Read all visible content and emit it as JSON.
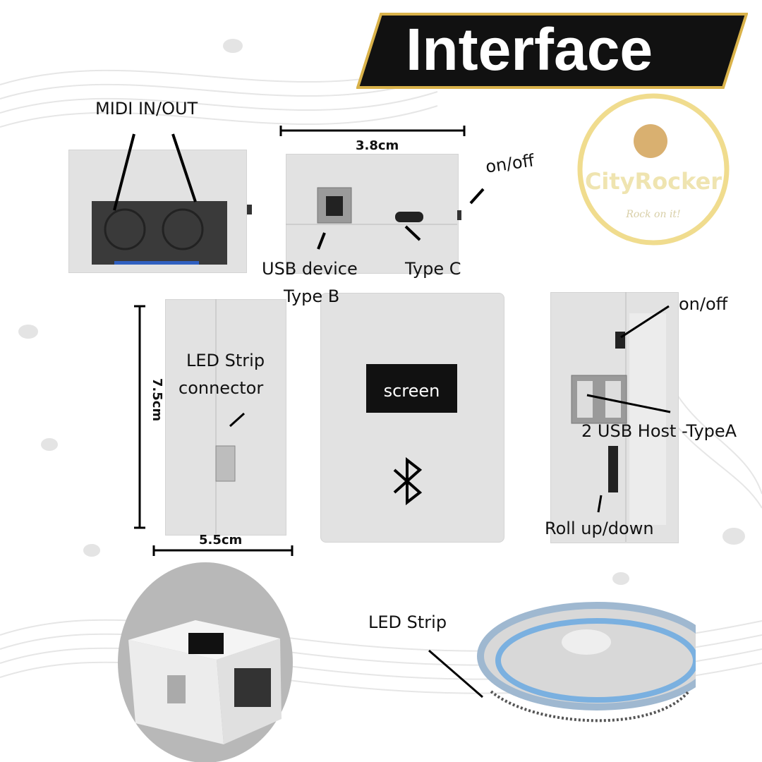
{
  "title": "Interface",
  "logo": {
    "brand": "CityRocker",
    "slogan": "Rock on it!"
  },
  "labels": {
    "midi": "MIDI IN/OUT",
    "width_top": "3.8cm",
    "onoff_top": "on/off",
    "usb_device": "USB device",
    "type_b": "Type B",
    "type_c": "Type C",
    "height": "7.5cm",
    "depth": "5.5cm",
    "led_connector_1": "LED Strip",
    "led_connector_2": "connector",
    "screen": "screen",
    "onoff_side": "on/off",
    "usb_host": "2 USB Host -TypeA",
    "roll": "Roll up/down",
    "led_strip": "LED Strip"
  },
  "colors": {
    "banner": "#111111",
    "gold": "#d9b24a",
    "panel": "#e2e2e2"
  }
}
